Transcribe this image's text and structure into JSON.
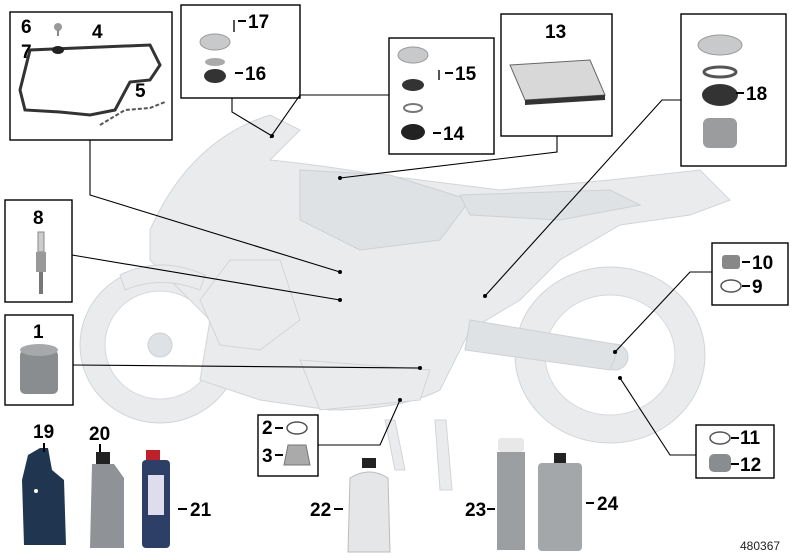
{
  "diagram_id": "480367",
  "callouts": {
    "c1": "1",
    "c2": "2",
    "c3": "3",
    "c4": "4",
    "c5": "5",
    "c6": "6",
    "c7": "7",
    "c8": "8",
    "c9": "9",
    "c10": "10",
    "c11": "11",
    "c12": "12",
    "c13": "13",
    "c14": "14",
    "c15": "15",
    "c16": "16",
    "c17": "17",
    "c18": "18",
    "c19": "19",
    "c20": "20",
    "c21": "21",
    "c22": "22",
    "c23": "23",
    "c24": "24"
  },
  "colors": {
    "bike": "#e9ebed",
    "oil_bottle": "#1f3550",
    "cartridge": "#2d3f66",
    "part_gray": "#8a8d90"
  }
}
